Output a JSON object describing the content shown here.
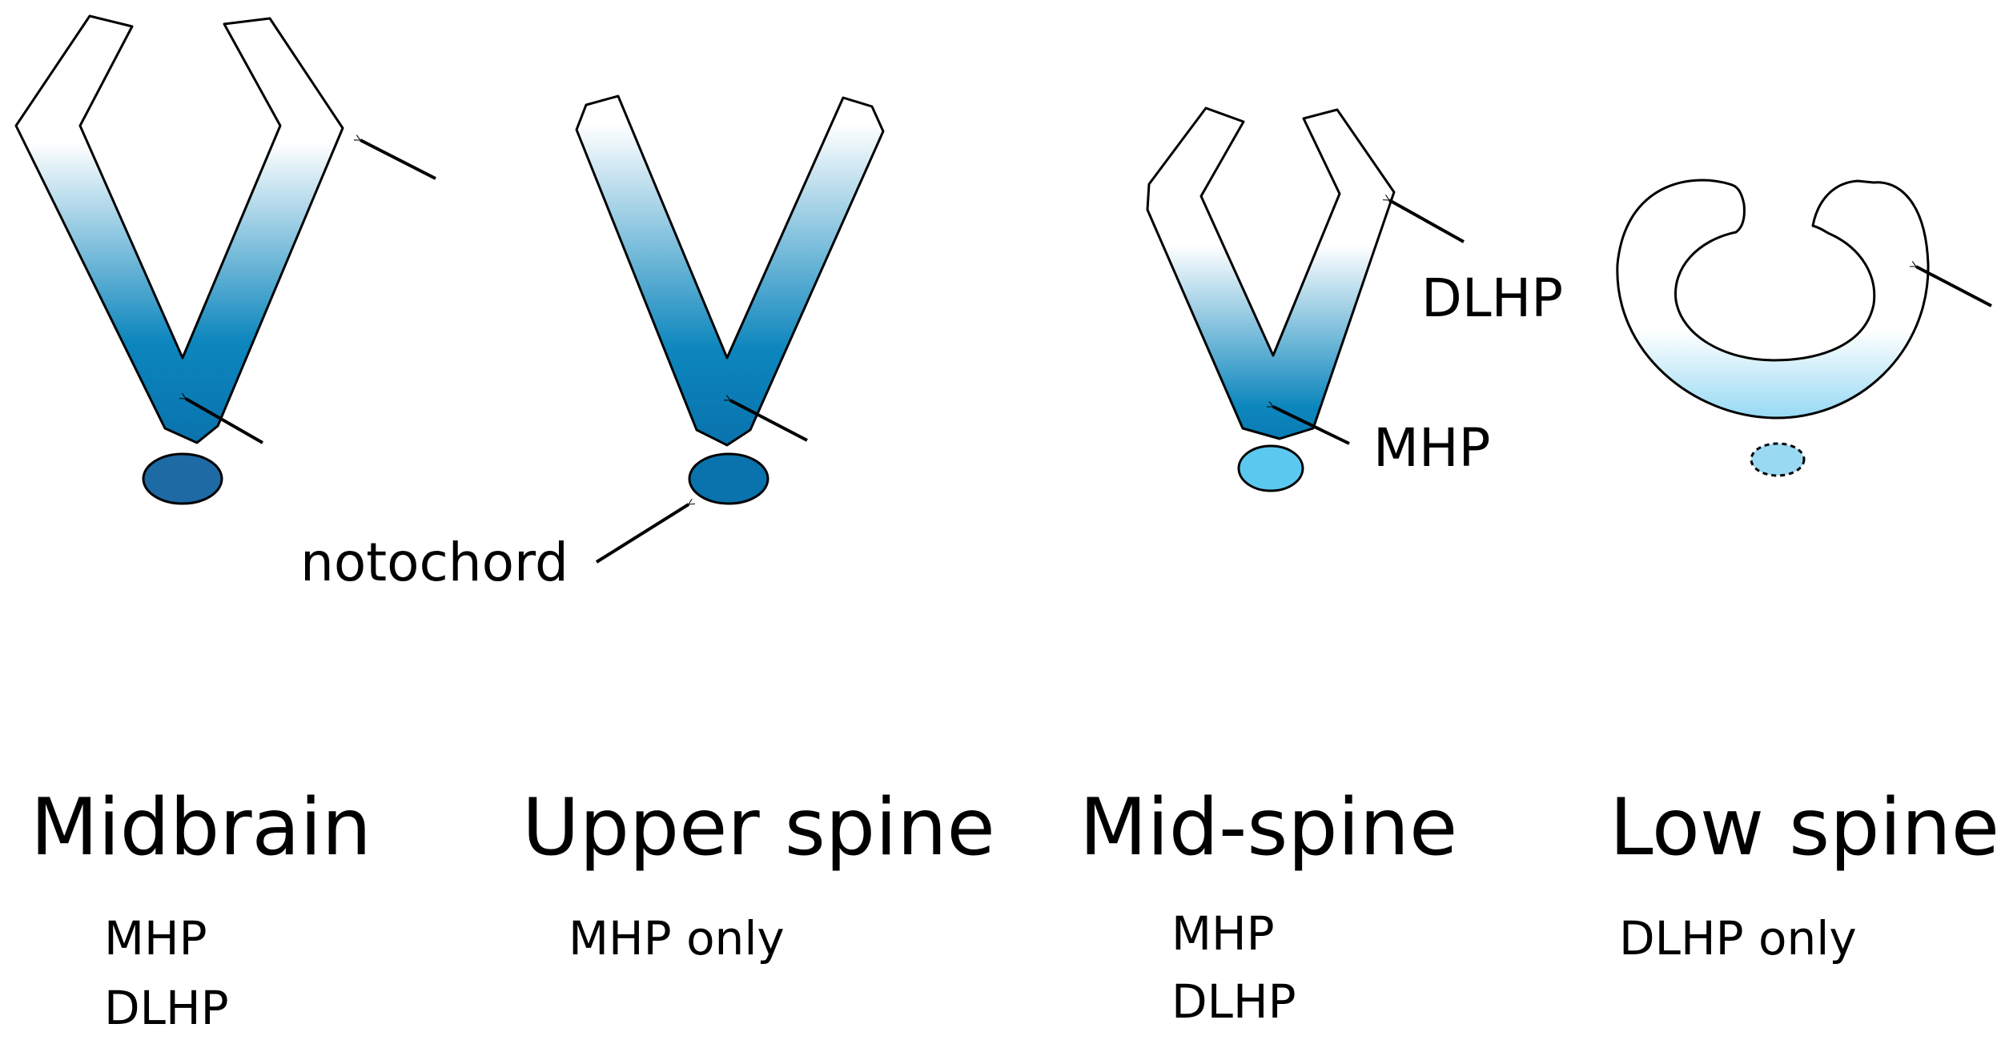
{
  "labels": {
    "notochord": "notochord",
    "dlhp": "DLHP",
    "mhp": "MHP"
  },
  "panels": [
    {
      "title": "Midbrain",
      "notes": [
        "MHP",
        "DLHP"
      ]
    },
    {
      "title": "Upper spine",
      "notes": [
        "MHP only"
      ]
    },
    {
      "title": "Mid-spine",
      "notes": [
        "MHP",
        "DLHP"
      ]
    },
    {
      "title": "Low spine",
      "notes": [
        "DLHP only"
      ]
    }
  ],
  "colors": {
    "dark_blue": "#0a7ab5",
    "mid_blue": "#1e6aa5",
    "light_blue": "#5bc8f0",
    "pale_blue": "#9ad9f2",
    "outline": "#000000"
  }
}
